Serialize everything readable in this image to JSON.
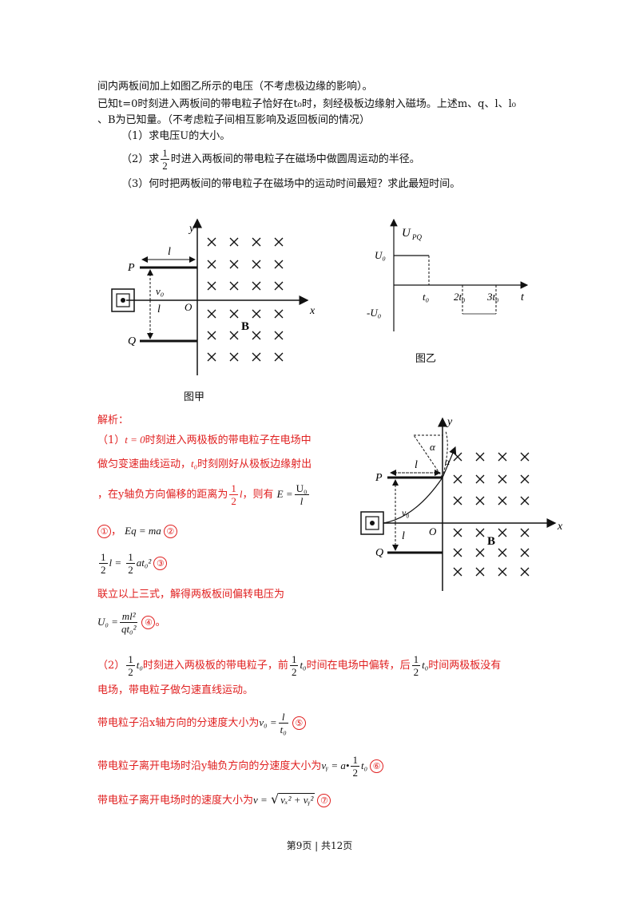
{
  "intro": {
    "line1": "间内两板间加上如图乙所示的电压（不考虑极边缘的影响）。",
    "line2": "已知t=0时刻进入两板间的带电粒子恰好在t₀时，刻经极板边缘射入磁场。上述m、q、l、l₀",
    "line3": "、B为已知量。（不考虑粒子间相互影响及返回板间的情况）"
  },
  "questions": {
    "q1": "（1）求电压U的大小。",
    "q2_pre": "（2）求",
    "q2_post": "时进入两板间的带电粒子在磁场中做圆周运动的半径。",
    "q3": "（3）何时把两板间的带电粒子在磁场中的运动时间最短？求此最短时间。"
  },
  "fig_jia": {
    "caption": "图甲",
    "label_y": "y",
    "label_x": "x",
    "label_O": "O",
    "label_P": "P",
    "label_Q": "Q",
    "label_l_top": "l",
    "label_l_side": "l",
    "label_v0": "v₀",
    "label_B": "B"
  },
  "fig_yi": {
    "caption": "图乙",
    "label_U": "U",
    "label_U_sub": "PQ",
    "label_U0": "U₀",
    "label_negU0": "-U₀",
    "label_t0": "t₀",
    "label_2t0": "2t₀",
    "label_3t0": "3t₀",
    "label_t": "t"
  },
  "fig_sol": {
    "label_y": "y",
    "label_x": "x",
    "label_O": "O",
    "label_P": "P",
    "label_Q": "Q",
    "label_l_top": "l",
    "label_l_side": "l",
    "label_v0": "v₀",
    "label_B": "B",
    "label_alpha1": "α",
    "label_alpha2": "α"
  },
  "solution": {
    "header": "解析：",
    "p1_a": "（1）",
    "p1_b": "时刻进入两极板的带电粒子在电场中",
    "p1_line2_a": "做匀变速曲线运动，",
    "p1_line2_b": "时刻刚好从极板边缘射出",
    "p1_line3_a": "，在y轴负方向偏移的距离为",
    "p1_line3_b": "，则有",
    "eq_E": "E =",
    "eq2": "Eq = ma",
    "eq3_mid": "l =",
    "eq3_end": "at₀²",
    "combine": "联立以上三式，解得两板板间偏转电压为",
    "eq4_lhs": "U₀ =",
    "eq4_end": "。",
    "p2_a": "（2）",
    "p2_b": "时刻进入两极板的带电粒子，前",
    "p2_c": "时间在电场中偏转，后",
    "p2_d": "时间两极板没有",
    "p2_line2": "电场，带电粒子做匀速直线运动。",
    "vx_text": "带电粒子沿x轴方向的分速度大小为",
    "vx_eq": "v₀ =",
    "vy_text": "带电粒子离开电场时沿y轴负方向的分速度大小为",
    "vy_eq": "vᵧ = a•",
    "v_text": "带电粒子离开电场时的速度大小为",
    "v_eq": "v =",
    "v_rad": "vₓ² + vᵧ²"
  },
  "math": {
    "t_eq_0": "t = 0",
    "t0": "t₀",
    "half_n": "1",
    "half_d": "2",
    "l": "l",
    "U0": "U₀",
    "ml2": "ml²",
    "qt02": "qt₀²",
    "one": "1",
    "two": "2"
  },
  "marks": {
    "m1": "①",
    "m2": "②",
    "m3": "③",
    "m4": "④",
    "m5": "⑤",
    "m6": "⑥",
    "m7": "⑦"
  },
  "footer": "第9页 | 共12页"
}
